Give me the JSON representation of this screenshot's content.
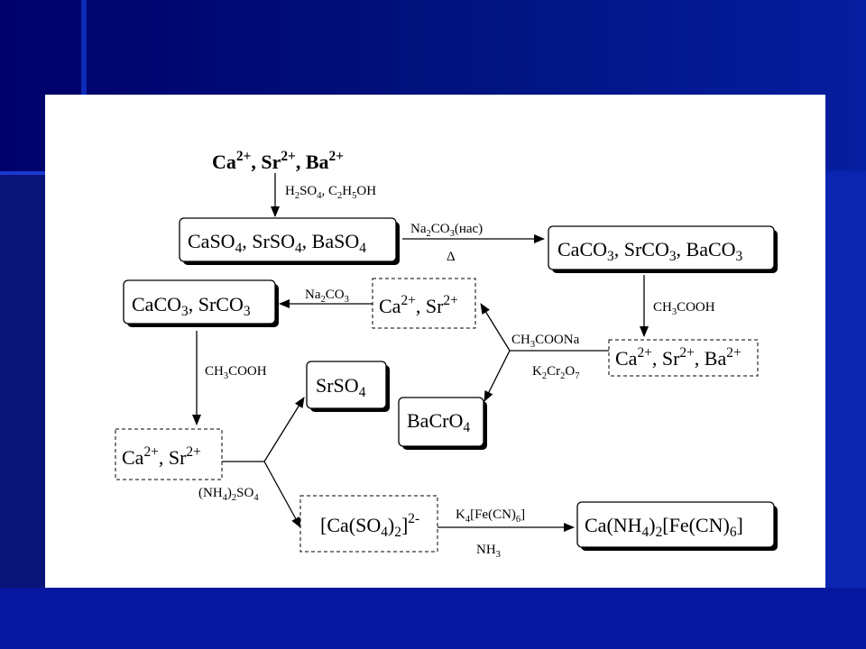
{
  "diagram": {
    "start_ions": "Ca2+, Sr2+, Ba2+",
    "nodes": {
      "sulfates": "CaSO4, SrSO4, BaSO4",
      "carbonates_all": "CaCO3, SrCO3, BaCO3",
      "ions_all": "Ca2+, Sr2+, Ba2+",
      "ions_ca_sr_upper": "Ca2+, Sr2+",
      "carbonates_ca_sr": "CaCO3, SrCO3",
      "barium_chromate": "BaCrO4",
      "ions_ca_sr_lower": "Ca2+, Sr2+",
      "strontium_sulfate": "SrSO4",
      "calcium_sulfate_complex": "[Ca(SO4)2]2-",
      "final_product": "Ca(NH4)2[Fe(CN)6]"
    },
    "reagents": {
      "step1": "H2SO4, C2H5OH",
      "step2_top": "Na2CO3(нас)",
      "step2_bottom": "Δ",
      "step3": "CH3COOH",
      "step4_top": "CH3COONa",
      "step4_bottom": "K2Cr2O7",
      "step5": "Na2CO3",
      "step6": "CH3COOH",
      "step7": "(NH4)2SO4",
      "step8_top": "K4[Fe(CN)6]",
      "step8_bottom": "NH3"
    }
  }
}
